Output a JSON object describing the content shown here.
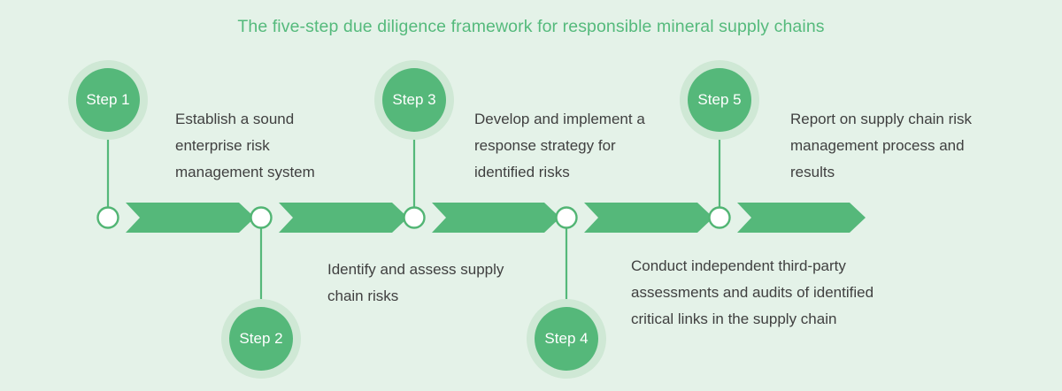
{
  "title": "The five-step due diligence framework for responsible mineral supply chains",
  "colors": {
    "background": "#e4f2e8",
    "accent_green": "#55b87a",
    "halo_green": "#cfe8d5",
    "title_green": "#55ba7c",
    "text_gray": "#404040",
    "node_fill": "#ffffff"
  },
  "steps": [
    {
      "label": "Step 1",
      "description": "Establish a sound enterprise risk management system",
      "position": "above"
    },
    {
      "label": "Step 2",
      "description": "Identify and assess supply chain risks",
      "position": "below"
    },
    {
      "label": "Step 3",
      "description": "Develop and implement a response strategy for identified risks",
      "position": "above"
    },
    {
      "label": "Step 4",
      "description": "Conduct independent third-party assessments and audits of identified critical links in the supply chain",
      "position": "below"
    },
    {
      "label": "Step 5",
      "description": "Report on supply chain risk management process and results",
      "position": "above"
    }
  ]
}
